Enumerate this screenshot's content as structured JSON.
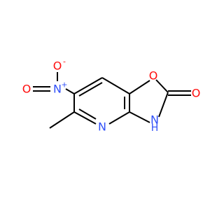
{
  "molecule": {
    "atoms": {
      "nitro_o_top": {
        "symbol": "O",
        "charge": "-",
        "color": "#ff0d0d"
      },
      "nitro_n": {
        "symbol": "N",
        "charge": "+",
        "color": "#3050f8"
      },
      "nitro_o_left": {
        "symbol": "O",
        "color": "#ff0d0d"
      },
      "ring_o": {
        "symbol": "O",
        "color": "#ff0d0d"
      },
      "carbonyl_o": {
        "symbol": "O",
        "color": "#ff0d0d"
      },
      "pyridine_n": {
        "symbol": "N",
        "color": "#3050f8"
      },
      "nh_n": {
        "symbol": "N",
        "color": "#3050f8"
      },
      "nh_h": {
        "symbol": "H",
        "color": "#3050f8"
      }
    }
  }
}
